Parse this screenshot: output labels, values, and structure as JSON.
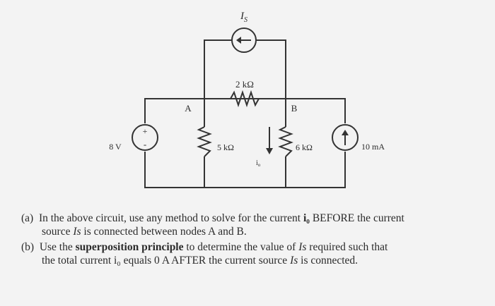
{
  "circuit": {
    "is_label": "I",
    "is_sub": "S",
    "r_top": "2 kΩ",
    "node_a": "A",
    "node_b": "B",
    "v_source": "8 V",
    "r_left": "5 kΩ",
    "r_right": "6 kΩ",
    "i_source": "10 mA",
    "io_label": "i",
    "io_sub": "o"
  },
  "questions": {
    "a": {
      "marker": "(a)",
      "l1_part1": "In the above circuit, use any method to solve for the current ",
      "l1_io": "i₀",
      "l1_part2": " BEFORE the current",
      "l2_part1": "source ",
      "l2_is": "Is",
      "l2_part2": " is connected between nodes A and B."
    },
    "b": {
      "marker": "(b)",
      "l1_part1": "Use the ",
      "l1_bold": "superposition principle",
      "l1_part2": " to determine the value of ",
      "l1_is": "Is",
      "l1_part3": " required such that",
      "l2_part1": "the total current i₀ equals 0 A AFTER the current source ",
      "l2_is": "Is",
      "l2_part2": " is connected."
    }
  }
}
